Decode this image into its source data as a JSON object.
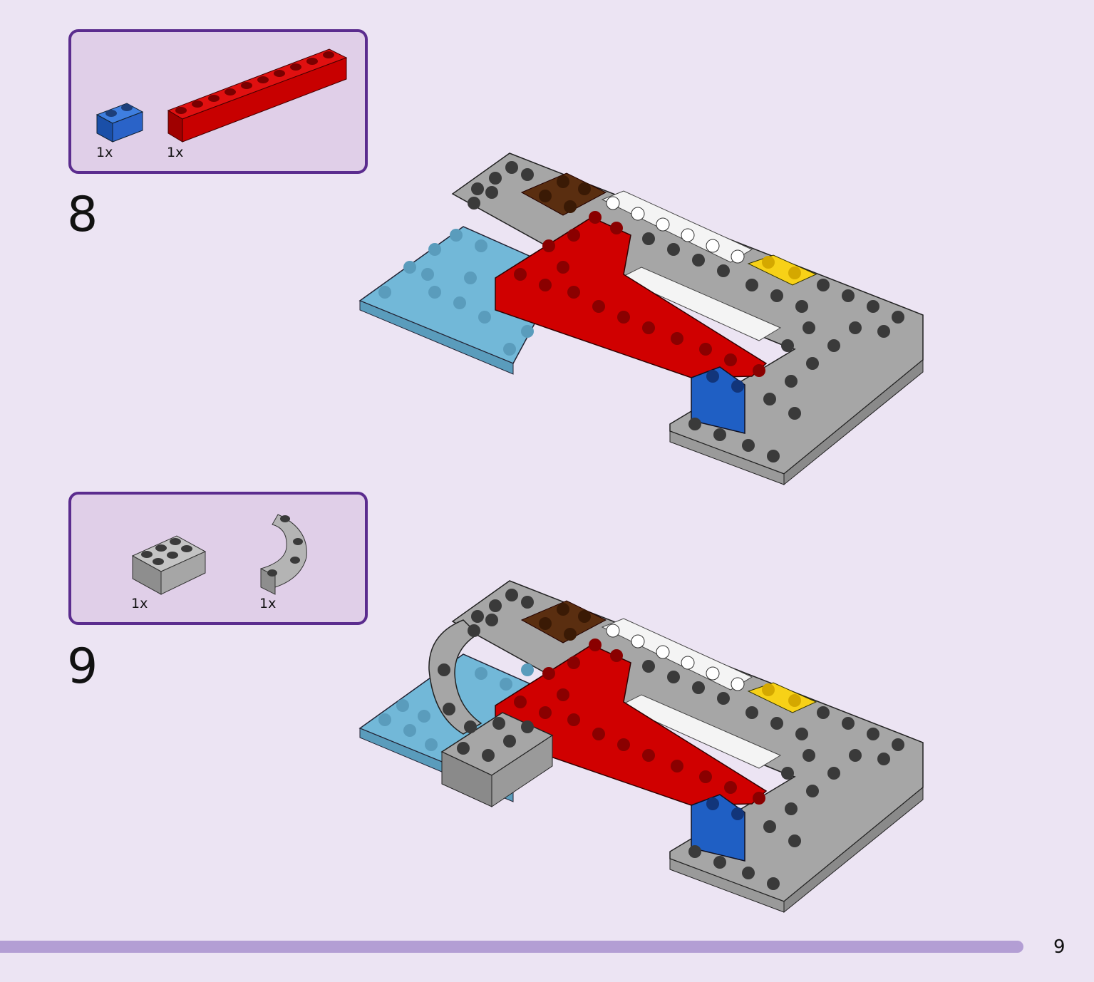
{
  "steps": [
    {
      "number": "8",
      "parts": [
        {
          "qty": "1x",
          "icon": "blue-1x2-brick-icon",
          "color": "#1f5fc4"
        },
        {
          "qty": "1x",
          "icon": "red-1x10-brick-icon",
          "color": "#d00000"
        }
      ]
    },
    {
      "number": "9",
      "parts": [
        {
          "qty": "1x",
          "icon": "gray-2x3-brick-icon",
          "color": "#a8a8a8"
        },
        {
          "qty": "1x",
          "icon": "gray-curved-arch-icon",
          "color": "#a8a8a8"
        }
      ]
    }
  ],
  "page_number": "9",
  "colors": {
    "background": "#ece4f3",
    "box_border": "#5b2c8e",
    "box_fill": "#e0cfe8",
    "footer_bar": "#b39ed4",
    "gray": "#a6a6a6",
    "dark_gray": "#4a4a4a",
    "red": "#d00000",
    "blue": "#1f5fc4",
    "light_blue": "#72b8d8",
    "brown": "#5a2e10",
    "yellow": "#f7d117",
    "white": "#f4f4f4"
  }
}
